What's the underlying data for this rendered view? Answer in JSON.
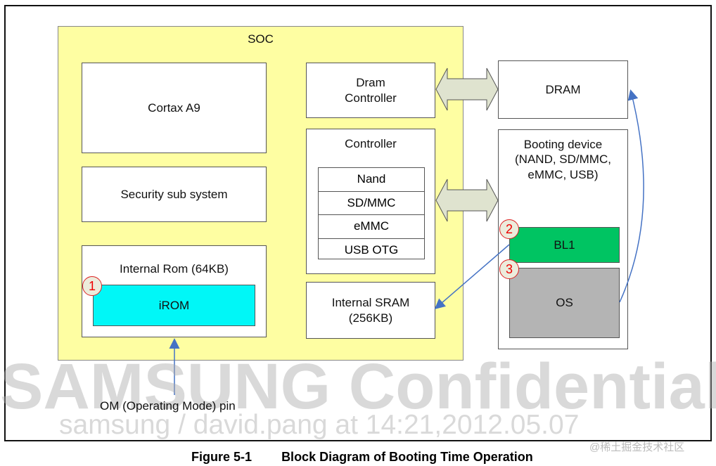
{
  "soc": {
    "title": "SOC"
  },
  "blocks": {
    "cortex": "Cortax A9",
    "security": "Security sub system",
    "internal_rom": "Internal Rom (64KB)",
    "irom": "iROM",
    "dram_controller": "Dram\nController",
    "controller": "Controller",
    "controller_items": [
      "Nand",
      "SD/MMC",
      "eMMC",
      "USB OTG"
    ],
    "internal_sram": "Internal SRAM\n(256KB)",
    "dram": "DRAM",
    "booting_device": "Booting device\n(NAND, SD/MMC,\neMMC, USB)",
    "bl1": "BL1",
    "os": "OS"
  },
  "steps": [
    "1",
    "2",
    "3"
  ],
  "om_pin": "OM (Operating Mode) pin",
  "watermark": {
    "line1": "SAMSUNG Confidential",
    "line2": "samsung / david.pang at 14:21,2012.05.07",
    "site": "@稀土掘金技术社区"
  },
  "caption": {
    "number": "Figure 5-1",
    "title": "Block Diagram of Booting Time Operation"
  },
  "colors": {
    "soc": "#fefea2",
    "irom": "#00f7f7",
    "bl1": "#00c462",
    "os": "#b4b4b4",
    "arrow": "#4472c4",
    "bus": "#dfe3cf"
  }
}
